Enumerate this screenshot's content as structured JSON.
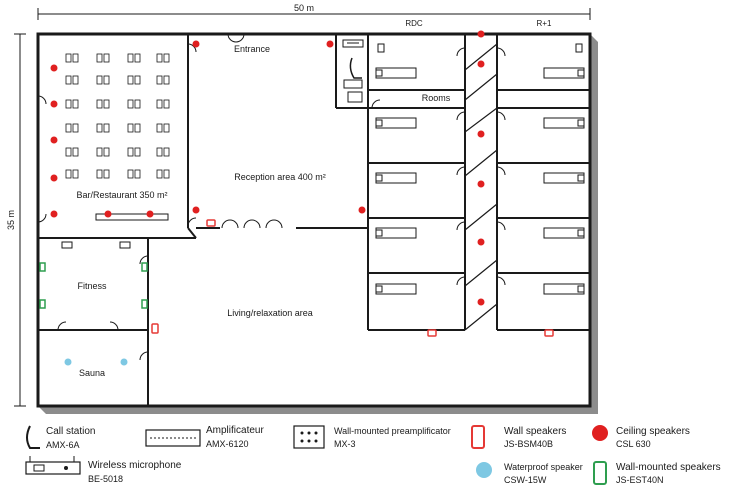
{
  "dimensions": {
    "width_label": "50 m",
    "height_label": "35 m"
  },
  "floors": {
    "ground": "RDC",
    "first": "R+1"
  },
  "rooms": {
    "entrance": "Entrance",
    "bar_restaurant": "Bar/Restaurant 350 m²",
    "reception": "Reception area 400 m²",
    "rooms": "Rooms",
    "fitness": "Fitness",
    "sauna": "Sauna",
    "living": "Living/relaxation area"
  },
  "legend": {
    "call_station": {
      "line1": "Call station",
      "line2": "AMX-6A",
      "icon": "call-station-icon"
    },
    "amplifier": {
      "line1": "Amplificateur",
      "line2": "AMX-6120",
      "icon": "amplifier-icon"
    },
    "preamp": {
      "line1": "Wall-mounted preamplificator",
      "line2": "MX-3",
      "icon": "preamplifier-icon"
    },
    "wall_speakers": {
      "line1": "Wall speakers",
      "line2": "JS-BSM40B",
      "icon": "wall-speaker-icon",
      "color": "#e53935"
    },
    "ceiling_speakers": {
      "line1": "Ceiling speakers",
      "line2": "CSL 630",
      "icon": "ceiling-speaker-icon",
      "color": "#e02020"
    },
    "wireless_mic": {
      "line1": "Wireless microphone",
      "line2": "BE-5018",
      "icon": "wireless-microphone-icon"
    },
    "waterproof": {
      "line1": "Waterproof speaker",
      "line2": "CSW-15W",
      "icon": "waterproof-speaker-icon",
      "color": "#7ec8e3"
    },
    "wall_mounted": {
      "line1": "Wall-mounted speakers",
      "line2": "JS-EST40N",
      "icon": "wall-mounted-speaker-icon",
      "color": "#2e9e4f"
    }
  },
  "colors": {
    "shadow": "#8c8c8c",
    "wall": "#1a1a1a",
    "ceiling_speaker": "#e02020",
    "wall_speaker": "#e53935",
    "waterproof": "#7ec8e3",
    "green_speaker": "#2e9e4f"
  }
}
